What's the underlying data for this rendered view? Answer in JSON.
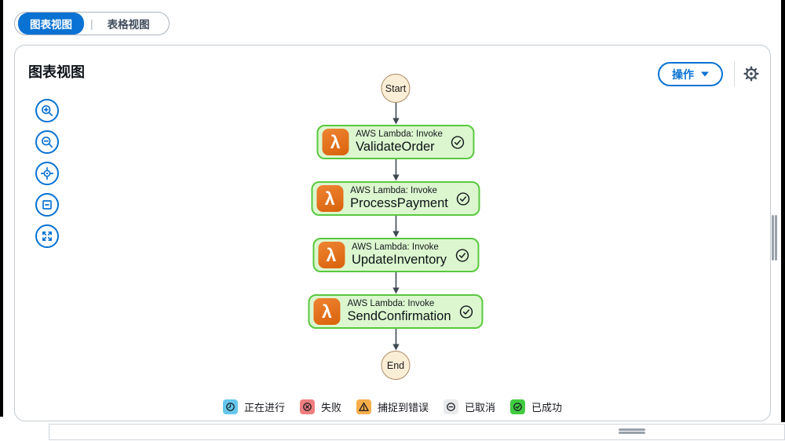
{
  "view_toggle": {
    "graph_tab": "图表视图",
    "table_tab": "表格视图",
    "divider": "|"
  },
  "panel": {
    "title": "图表视图",
    "actions_button": {
      "label": "操作"
    },
    "toolbar_icons": [
      "zoom-in",
      "zoom-out",
      "center-view",
      "fit-view",
      "fullscreen"
    ],
    "settings_icon": "gear",
    "graph": {
      "start_label": "Start",
      "end_label": "End",
      "steps": [
        {
          "type": "AWS Lambda: Invoke",
          "name": "ValidateOrder",
          "status": "succeeded"
        },
        {
          "type": "AWS Lambda: Invoke",
          "name": "ProcessPayment",
          "status": "succeeded"
        },
        {
          "type": "AWS Lambda: Invoke",
          "name": "UpdateInventory",
          "status": "succeeded"
        },
        {
          "type": "AWS Lambda: Invoke",
          "name": "SendConfirmation",
          "status": "succeeded"
        }
      ]
    },
    "legend": {
      "items": [
        {
          "label": "正在进行",
          "icon": "in-progress-clock",
          "color": "#66c7ec"
        },
        {
          "label": "失败",
          "icon": "failed-x-circle",
          "color": "#ef7f7f"
        },
        {
          "label": "捕捉到错误",
          "icon": "caught-error-triangle",
          "color": "#f8ae4b"
        },
        {
          "label": "已取消",
          "icon": "cancelled-minus-circle",
          "color": "#e8eaec"
        },
        {
          "label": "已成功",
          "icon": "succeeded-check-circle",
          "color": "#41cb41"
        }
      ]
    }
  },
  "colors": {
    "accent_blue": "#0972d3",
    "node_fill": "#dcf7cf",
    "node_border": "#58c93e",
    "terminal_fill": "#fbeed7",
    "terminal_border": "#ab8b62",
    "lambda_orange": "#e17121"
  },
  "lambda_glyph": "λ"
}
